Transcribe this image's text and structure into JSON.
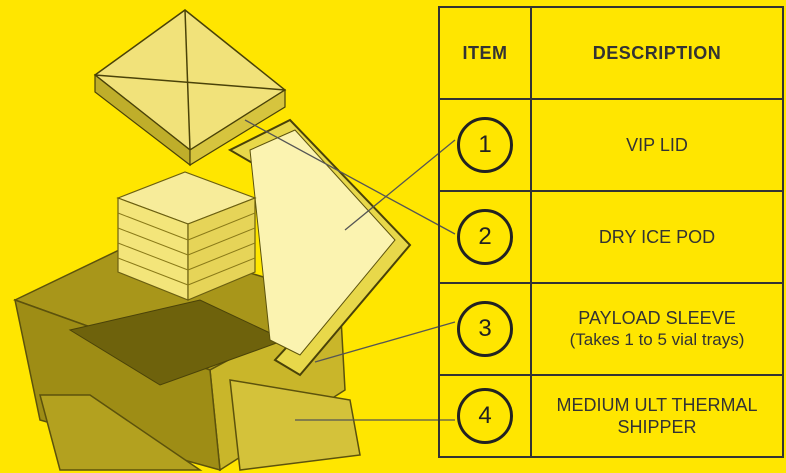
{
  "table": {
    "header_item": "ITEM",
    "header_description": "DESCRIPTION",
    "rows": [
      {
        "item": "1",
        "description": "VIP LID",
        "note": ""
      },
      {
        "item": "2",
        "description": "DRY ICE POD",
        "note": ""
      },
      {
        "item": "3",
        "description": "PAYLOAD SLEEVE",
        "note": "(Takes 1 to 5 vial trays)"
      },
      {
        "item": "4",
        "description": "MEDIUM ULT THERMAL SHIPPER",
        "note": ""
      }
    ]
  },
  "colors": {
    "background": "#ffe600",
    "line": "#333333",
    "box_dark": "#8a7a10",
    "box_mid": "#c7b41c",
    "box_light": "#f2e25a"
  }
}
